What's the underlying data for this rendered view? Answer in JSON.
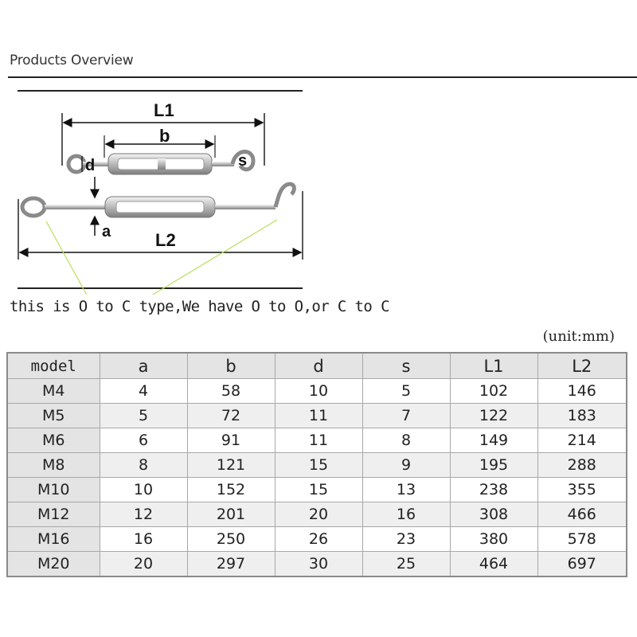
{
  "header": {
    "title": "Products Overview"
  },
  "diagram": {
    "labels": {
      "L1": "L1",
      "L2": "L2",
      "b": "b",
      "d": "d",
      "s": "s",
      "a": "a"
    }
  },
  "caption": "this is O to C type,We have O to O,or C to C",
  "unit_note": "(unit:mm)",
  "table": {
    "columns": [
      "model",
      "a",
      "b",
      "d",
      "s",
      "L1",
      "L2"
    ],
    "rows": [
      [
        "M4",
        "4",
        "58",
        "10",
        "5",
        "102",
        "146"
      ],
      [
        "M5",
        "5",
        "72",
        "11",
        "7",
        "122",
        "183"
      ],
      [
        "M6",
        "6",
        "91",
        "11",
        "8",
        "149",
        "214"
      ],
      [
        "M8",
        "8",
        "121",
        "15",
        "9",
        "195",
        "288"
      ],
      [
        "M10",
        "10",
        "152",
        "15",
        "13",
        "238",
        "355"
      ],
      [
        "M12",
        "12",
        "201",
        "20",
        "16",
        "308",
        "466"
      ],
      [
        "M16",
        "16",
        "250",
        "26",
        "23",
        "380",
        "578"
      ],
      [
        "M20",
        "20",
        "297",
        "30",
        "25",
        "464",
        "697"
      ]
    ]
  },
  "colors": {
    "header_bg": "#e4e4e4",
    "border": "#a8a8a8",
    "pointer_line": "#b8e05a"
  }
}
